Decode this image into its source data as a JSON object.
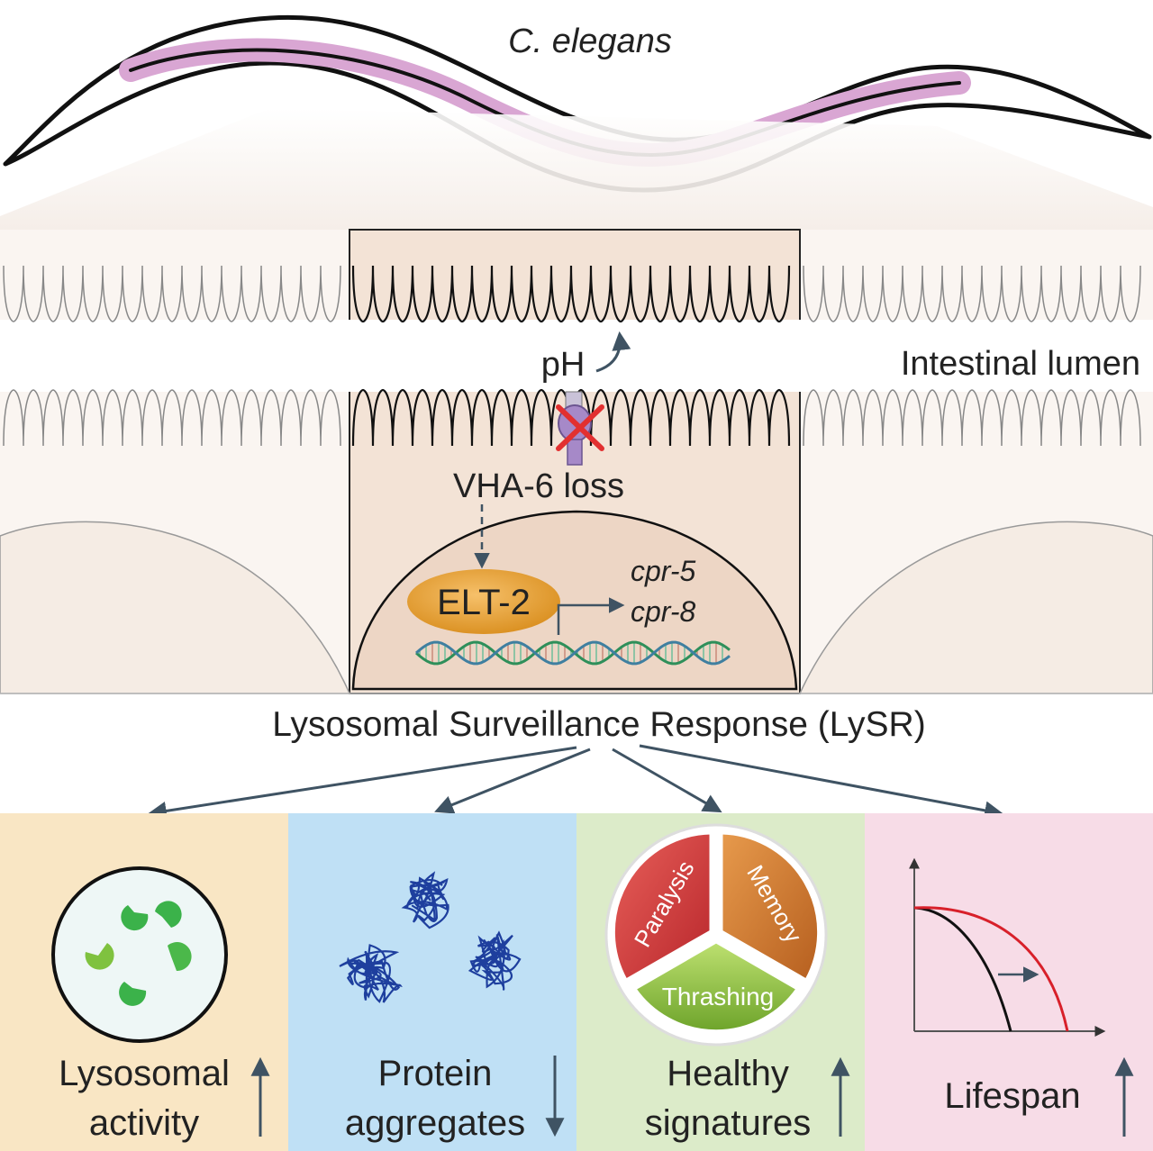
{
  "organism": {
    "label": "C. elegans"
  },
  "intestine": {
    "lumen_label": "Intestinal lumen",
    "ph_label": "pH",
    "vha_label": "VHA-6 loss",
    "tf_label": "ELT-2",
    "target_genes": [
      "cpr-5",
      "cpr-8"
    ]
  },
  "response": {
    "label": "Lysosomal Surveillance Response (LySR)"
  },
  "outcomes": [
    {
      "id": "lysosomal",
      "lines": [
        "Lysosomal",
        "activity"
      ],
      "direction": "up",
      "color": "#f9e6c4"
    },
    {
      "id": "aggregates",
      "lines": [
        "Protein",
        "aggregates"
      ],
      "direction": "down",
      "color": "#bfe0f5"
    },
    {
      "id": "healthy",
      "lines": [
        "Healthy",
        "signatures"
      ],
      "direction": "up",
      "color": "#dcebc9"
    },
    {
      "id": "lifespan",
      "lines": [
        "Lifespan"
      ],
      "direction": "up",
      "color": "#f7dce7"
    }
  ],
  "health_wheel": {
    "segments": [
      "Paralysis",
      "Memory",
      "Thrashing"
    ]
  },
  "colors": {
    "worm_gut": "#d9a6d3",
    "cell_fill": "#f3e3d6",
    "nucleus_fill": "#edd6c5",
    "elt2": "#e0a13a",
    "arrow": "#3f5363",
    "survival_control": "#111111",
    "survival_treated": "#d8202a"
  }
}
